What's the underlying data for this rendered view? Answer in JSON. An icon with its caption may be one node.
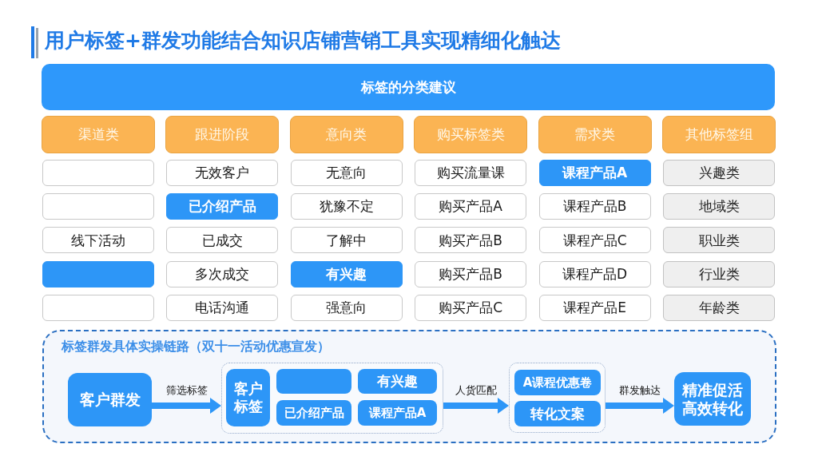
{
  "diagram": {
    "title": "用户标签+群发功能结合知识店铺营销工具实现精细化触达",
    "nodes": [
      {
        "text": [
          "标签的分类建议"
        ]
      },
      {
        "text": [
          "渠道类"
        ]
      },
      {
        "text": [
          "跟进阶段"
        ]
      },
      {
        "text": [
          "意向类"
        ]
      },
      {
        "text": [
          "购买标签类"
        ]
      },
      {
        "text": [
          "需求类"
        ]
      },
      {
        "text": [
          "其他标签组"
        ]
      },
      {
        "text": [],
        "shape": "box"
      },
      {
        "text": [
          "无效客户"
        ]
      },
      {
        "text": [
          "无意向"
        ]
      },
      {
        "text": [
          "购买流量课"
        ]
      },
      {
        "text": [
          "课程产品A"
        ]
      },
      {
        "text": [
          "兴趣类"
        ]
      },
      {
        "text": [],
        "shape": "box"
      },
      {
        "text": [
          "已介绍产品"
        ]
      },
      {
        "text": [
          "犹豫不定"
        ]
      },
      {
        "text": [
          "购买产品A"
        ]
      },
      {
        "text": [
          "课程产品B"
        ]
      },
      {
        "text": [
          "地域类"
        ]
      },
      {
        "text": [
          "线下活动"
        ]
      },
      {
        "text": [
          "已成交"
        ]
      },
      {
        "text": [
          "了解中"
        ]
      },
      {
        "text": [
          "购买产品B"
        ]
      },
      {
        "text": [
          "课程产品C"
        ]
      },
      {
        "text": [
          "职业类"
        ]
      },
      {
        "text": [],
        "shape": "box"
      },
      {
        "text": [
          "多次成交"
        ]
      },
      {
        "text": [
          "有兴趣"
        ]
      },
      {
        "text": [
          "购买产品B"
        ]
      },
      {
        "text": [
          "课程产品D"
        ]
      },
      {
        "text": [
          "行业类"
        ]
      },
      {
        "text": [],
        "shape": "box"
      },
      {
        "text": [
          "电话沟通"
        ]
      },
      {
        "text": [
          "强意向"
        ]
      },
      {
        "text": [
          "购买产品C"
        ]
      },
      {
        "text": [
          "课程产品E"
        ]
      },
      {
        "text": [
          "年龄类"
        ]
      },
      {
        "text": [
          "标签群发具体实操链路（双十一活动优惠宣发）"
        ]
      },
      {
        "text": [
          "客户群发"
        ],
        "in": 37
      },
      {
        "text": [],
        "shape": "box",
        "in": 37
      },
      {
        "text": [
          "客户标签"
        ],
        "in": 39
      },
      {
        "text": [],
        "shape": "box",
        "in": 39
      },
      {
        "text": [
          "有兴趣"
        ],
        "in": 39
      },
      {
        "text": [
          "已介绍产品"
        ],
        "in": 39
      },
      {
        "text": [
          "课程产品A"
        ],
        "in": 39
      },
      {
        "text": [],
        "shape": "box",
        "in": 37
      },
      {
        "text": [
          "A课程优惠卷"
        ],
        "in": 45
      },
      {
        "text": [
          "转化文案"
        ],
        "in": 45
      },
      {
        "text": [
          "精准促活高效转化"
        ],
        "in": 37
      }
    ],
    "edges": [
      {
        "from": 38,
        "to": 39,
        "arrow": "to",
        "label": "筛选标签"
      },
      {
        "from": 39,
        "to": 45,
        "arrow": "to",
        "label": "人货匹配"
      },
      {
        "from": 45,
        "to": 48,
        "arrow": "to",
        "label": "群发触达"
      }
    ]
  }
}
